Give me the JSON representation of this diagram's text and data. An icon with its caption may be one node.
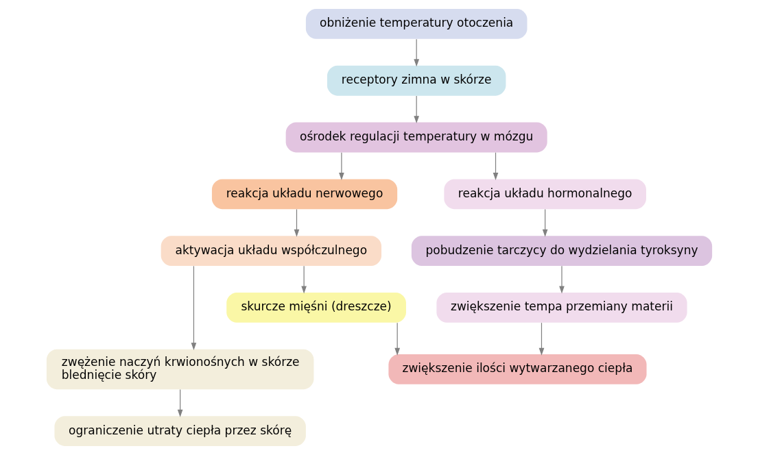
{
  "diagram": {
    "nodes": [
      {
        "text": [
          "obniżenie temperatury otoczenia"
        ]
      },
      {
        "text": [
          "receptory zimna w skórze"
        ]
      },
      {
        "text": [
          "ośrodek regulacji temperatury w mózgu"
        ]
      },
      {
        "text": [
          "reakcja układu nerwowego"
        ]
      },
      {
        "text": [
          "reakcja układu hormonalnego"
        ]
      },
      {
        "text": [
          "aktywacja układu współczulnego"
        ]
      },
      {
        "text": [
          "pobudzenie tarczycy do wydzielania tyroksyny"
        ]
      },
      {
        "text": [
          "skurcze mięśni (dreszcze)"
        ]
      },
      {
        "text": [
          "zwiększenie tempa przemiany materii"
        ]
      },
      {
        "text": [
          "zwężenie naczyń krwionośnych w skórze",
          "blednięcie skóry"
        ]
      },
      {
        "text": [
          "zwiększenie ilości wytwarzanego ciepła"
        ]
      },
      {
        "text": [
          "ograniczenie utraty ciepła przez skórę"
        ]
      }
    ],
    "edges": [
      {
        "from": 0,
        "to": 1,
        "arrow": "to"
      },
      {
        "from": 1,
        "to": 2,
        "arrow": "to"
      },
      {
        "from": 2,
        "to": 3,
        "arrow": "to"
      },
      {
        "from": 2,
        "to": 4,
        "arrow": "to"
      },
      {
        "from": 3,
        "to": 5,
        "arrow": "to"
      },
      {
        "from": 4,
        "to": 6,
        "arrow": "to"
      },
      {
        "from": 5,
        "to": 7,
        "arrow": "to"
      },
      {
        "from": 6,
        "to": 8,
        "arrow": "to"
      },
      {
        "from": 5,
        "to": 9,
        "arrow": "to"
      },
      {
        "from": 7,
        "to": 10,
        "arrow": "to"
      },
      {
        "from": 8,
        "to": 10,
        "arrow": "to"
      },
      {
        "from": 9,
        "to": 11,
        "arrow": "to"
      }
    ]
  }
}
